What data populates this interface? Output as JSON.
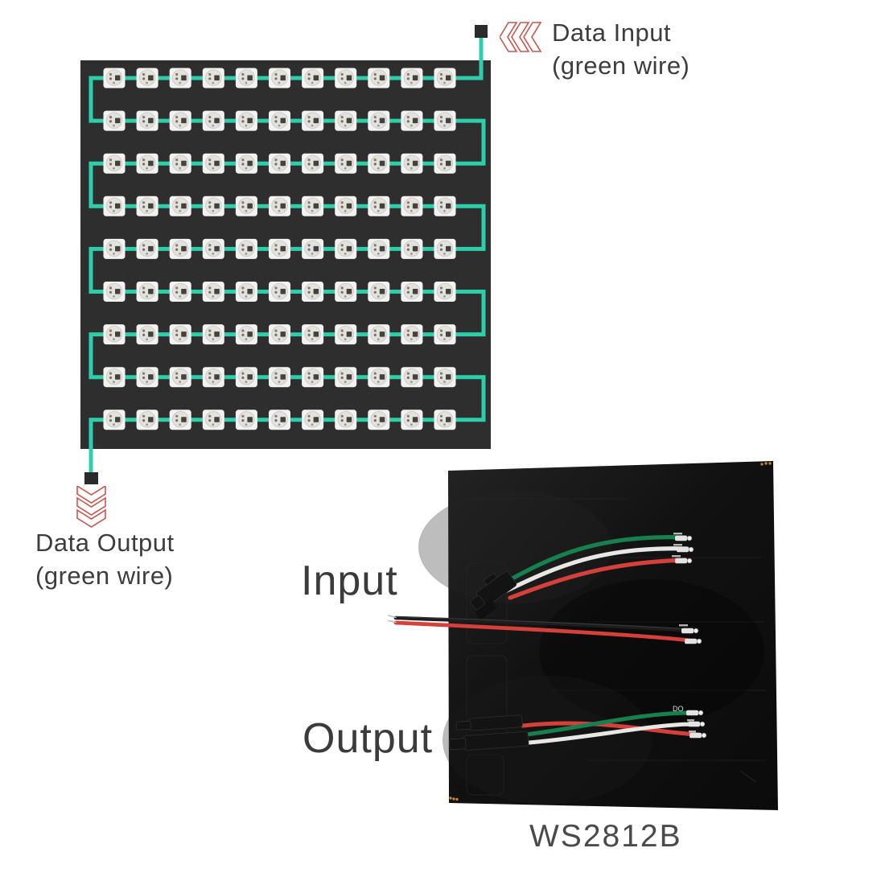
{
  "labels": {
    "data_input": {
      "line1": "Data Input",
      "line2": "(green wire)"
    },
    "data_output": {
      "line1": "Data Output",
      "line2": "(green wire)"
    }
  },
  "diagram": {
    "matrix": {
      "columns": 11,
      "rows": 9,
      "panel_color": "#2e2e2e",
      "trace_color": "#2ccfa9",
      "led_body_color": "#f3f2f0",
      "led_lens_color": "#e4e2df",
      "connector_color": "#2b2b2b"
    }
  },
  "photo": {
    "captions": {
      "input": "Input",
      "output": "Output",
      "model": "WS2812B"
    },
    "pad_label": "DO",
    "wire_colors": {
      "data_green": "#17804f",
      "signal_white": "#e9e7e3",
      "power_red": "#d6403a",
      "power_black": "#1d1d1d"
    }
  },
  "colors": {
    "chevron": "#c9564c",
    "text": "#3d3d3d"
  }
}
